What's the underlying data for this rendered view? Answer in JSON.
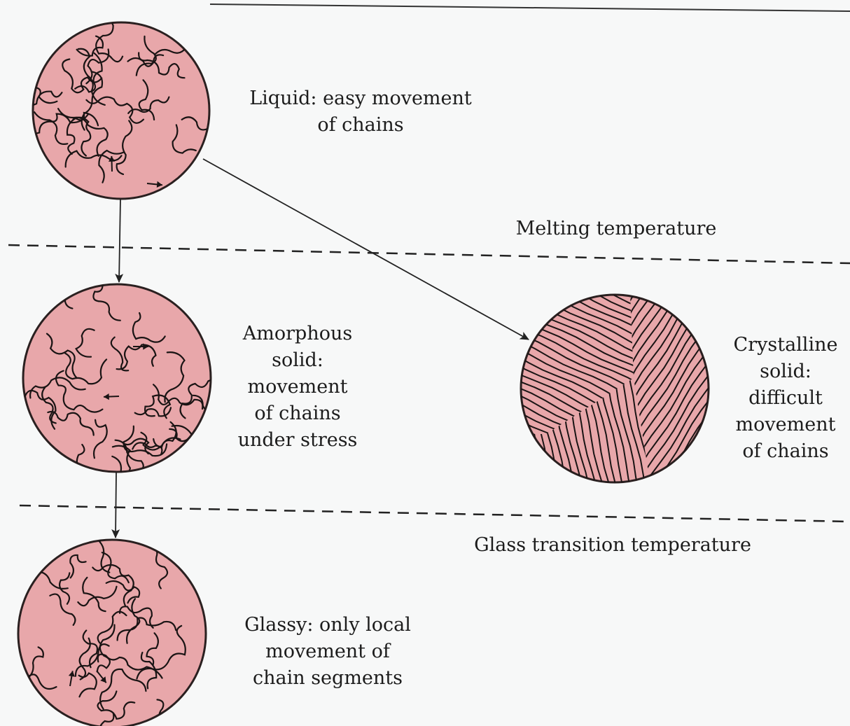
{
  "labels": {
    "liquid": "Liquid: easy movement\nof chains",
    "melting": "Melting temperature",
    "amorphous": "Amorphous\nsolid:\nmovement\nof chains\nunder stress",
    "crystalline": "Crystalline\nsolid:\ndifficult\nmovement\nof chains",
    "glass_transition": "Glass transition temperature",
    "glassy": "Glassy: only local\nmovement of\nchain segments"
  },
  "colors": {
    "particle_fill": "#e8a7aa",
    "particle_stroke": "#2a2020",
    "chain": "#1a1414",
    "line": "#222222",
    "background": "#f7f8f8"
  }
}
